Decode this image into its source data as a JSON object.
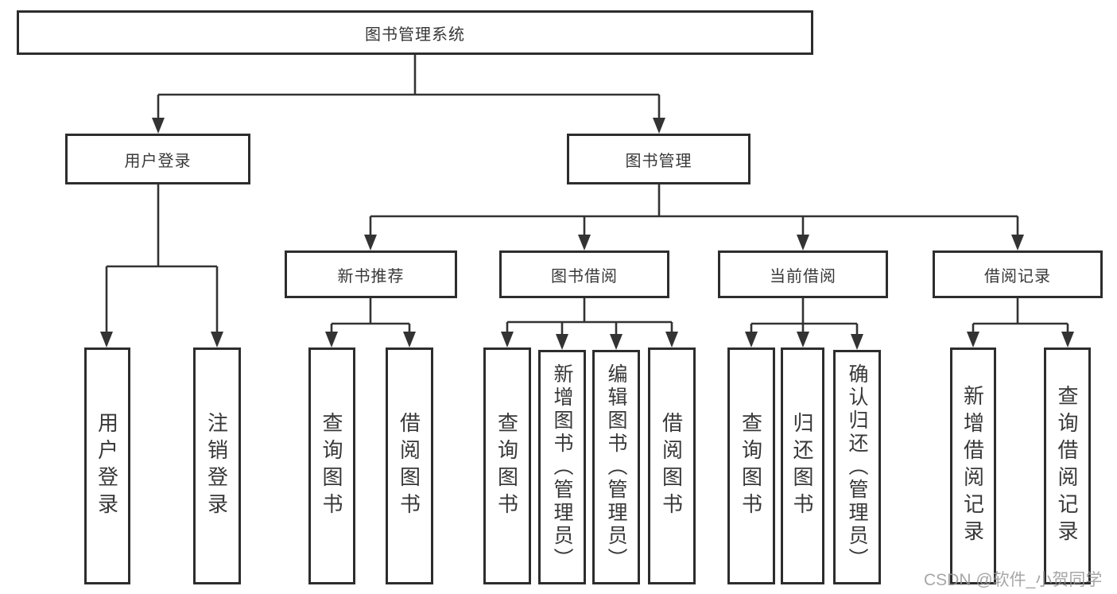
{
  "diagram": {
    "root": "图书管理系统",
    "level2": {
      "user_login": "用户登录",
      "book_mgmt": "图书管理"
    },
    "level3": {
      "new_book_rec": "新书推荐",
      "book_borrow": "图书借阅",
      "current_borrow": "当前借阅",
      "borrow_record": "借阅记录"
    },
    "leaves": {
      "user_login_children": [
        "用户登录",
        "注销登录"
      ],
      "new_book_rec_children": [
        "查询图书",
        "借阅图书"
      ],
      "book_borrow_children": [
        "查询图书",
        "新增图书（管理员）",
        "编辑图书（管理员）",
        "借阅图书"
      ],
      "current_borrow_children": [
        "查询图书",
        "归还图书",
        "确认归还（管理员）"
      ],
      "borrow_record_children": [
        "新增借阅记录",
        "查询借阅记录"
      ]
    }
  },
  "watermark": "CSDN @软件_小贺同学",
  "colors": {
    "line": "#333333",
    "border": "#2d2d2d",
    "text": "#383838",
    "watermark": "#979797",
    "background": "#ffffff"
  }
}
